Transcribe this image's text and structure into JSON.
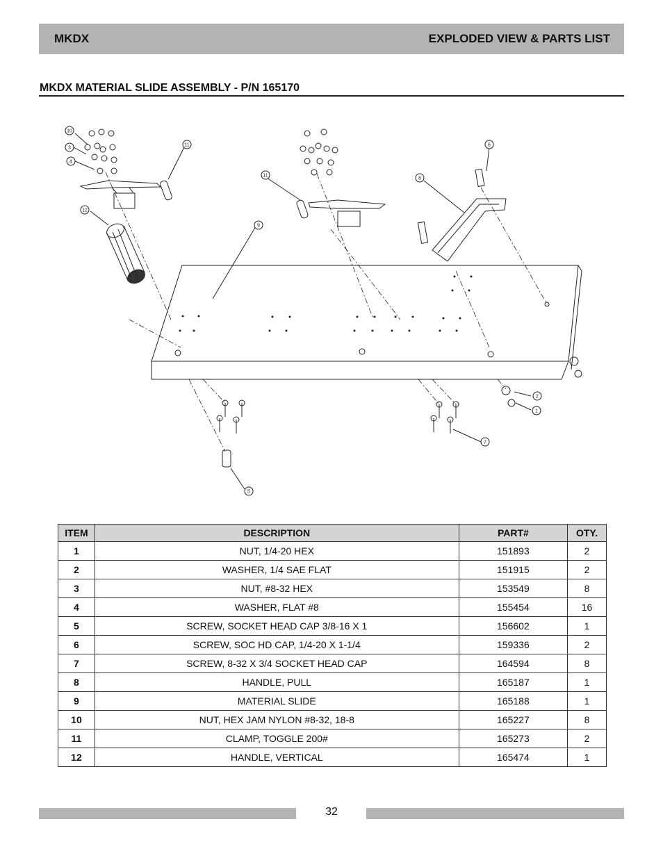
{
  "header": {
    "left": "MKDX",
    "right": "EXPLODED VIEW & PARTS LIST"
  },
  "section_title": "MKDX MATERIAL SLIDE ASSEMBLY - P/N 165170",
  "diagram": {
    "callouts": [
      "10",
      "3",
      "4",
      "11",
      "12",
      "9",
      "11",
      "6",
      "8",
      "2",
      "1",
      "7",
      "5"
    ]
  },
  "table": {
    "headers": {
      "item": "ITEM",
      "description": "DESCRIPTION",
      "part": "PART#",
      "qty": "OTY."
    },
    "rows": [
      {
        "item": "1",
        "description": "NUT, 1/4-20 HEX",
        "part": "151893",
        "qty": "2"
      },
      {
        "item": "2",
        "description": "WASHER, 1/4 SAE FLAT",
        "part": "151915",
        "qty": "2"
      },
      {
        "item": "3",
        "description": "NUT, #8-32 HEX",
        "part": "153549",
        "qty": "8"
      },
      {
        "item": "4",
        "description": "WASHER, FLAT #8",
        "part": "155454",
        "qty": "16"
      },
      {
        "item": "5",
        "description": "SCREW, SOCKET HEAD CAP 3/8-16 X 1",
        "part": "156602",
        "qty": "1"
      },
      {
        "item": "6",
        "description": "SCREW, SOC HD CAP, 1/4-20 X 1-1/4",
        "part": "159336",
        "qty": "2"
      },
      {
        "item": "7",
        "description": "SCREW, 8-32 X 3/4 SOCKET HEAD CAP",
        "part": "164594",
        "qty": "8"
      },
      {
        "item": "8",
        "description": "HANDLE, PULL",
        "part": "165187",
        "qty": "1"
      },
      {
        "item": "9",
        "description": "MATERIAL SLIDE",
        "part": "165188",
        "qty": "1"
      },
      {
        "item": "10",
        "description": "NUT, HEX JAM NYLON #8-32, 18-8",
        "part": "165227",
        "qty": "8"
      },
      {
        "item": "11",
        "description": "CLAMP, TOGGLE 200#",
        "part": "165273",
        "qty": "2"
      },
      {
        "item": "12",
        "description": "HANDLE, VERTICAL",
        "part": "165474",
        "qty": "1"
      }
    ]
  },
  "footer": {
    "page_number": "32"
  }
}
